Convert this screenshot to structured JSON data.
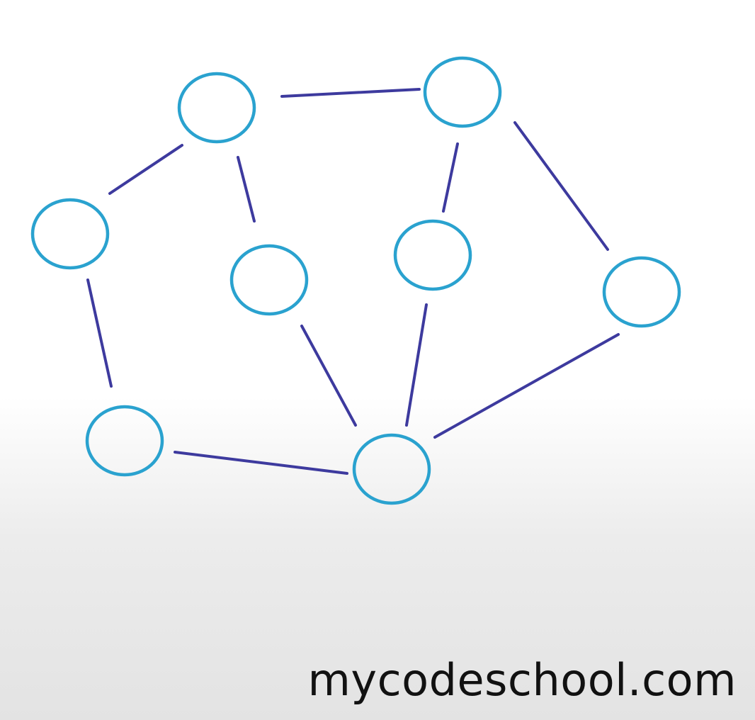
{
  "watermark": {
    "text": "mycodeschool.com"
  },
  "graph": {
    "node_color": "#2aa2cf",
    "edge_color": "#3d3a9e",
    "nodes": [
      "n1",
      "n2",
      "n3",
      "n4",
      "n5",
      "n6",
      "n7",
      "n8",
      "n9"
    ],
    "edges": [
      [
        "n1",
        "n2"
      ],
      [
        "n1",
        "n3"
      ],
      [
        "n1",
        "n4"
      ],
      [
        "n2",
        "n5"
      ],
      [
        "n2",
        "n6"
      ],
      [
        "n3",
        "n7"
      ],
      [
        "n4",
        "n8"
      ],
      [
        "n5",
        "n8"
      ],
      [
        "n6",
        "n8"
      ],
      [
        "n7",
        "n8"
      ]
    ]
  }
}
